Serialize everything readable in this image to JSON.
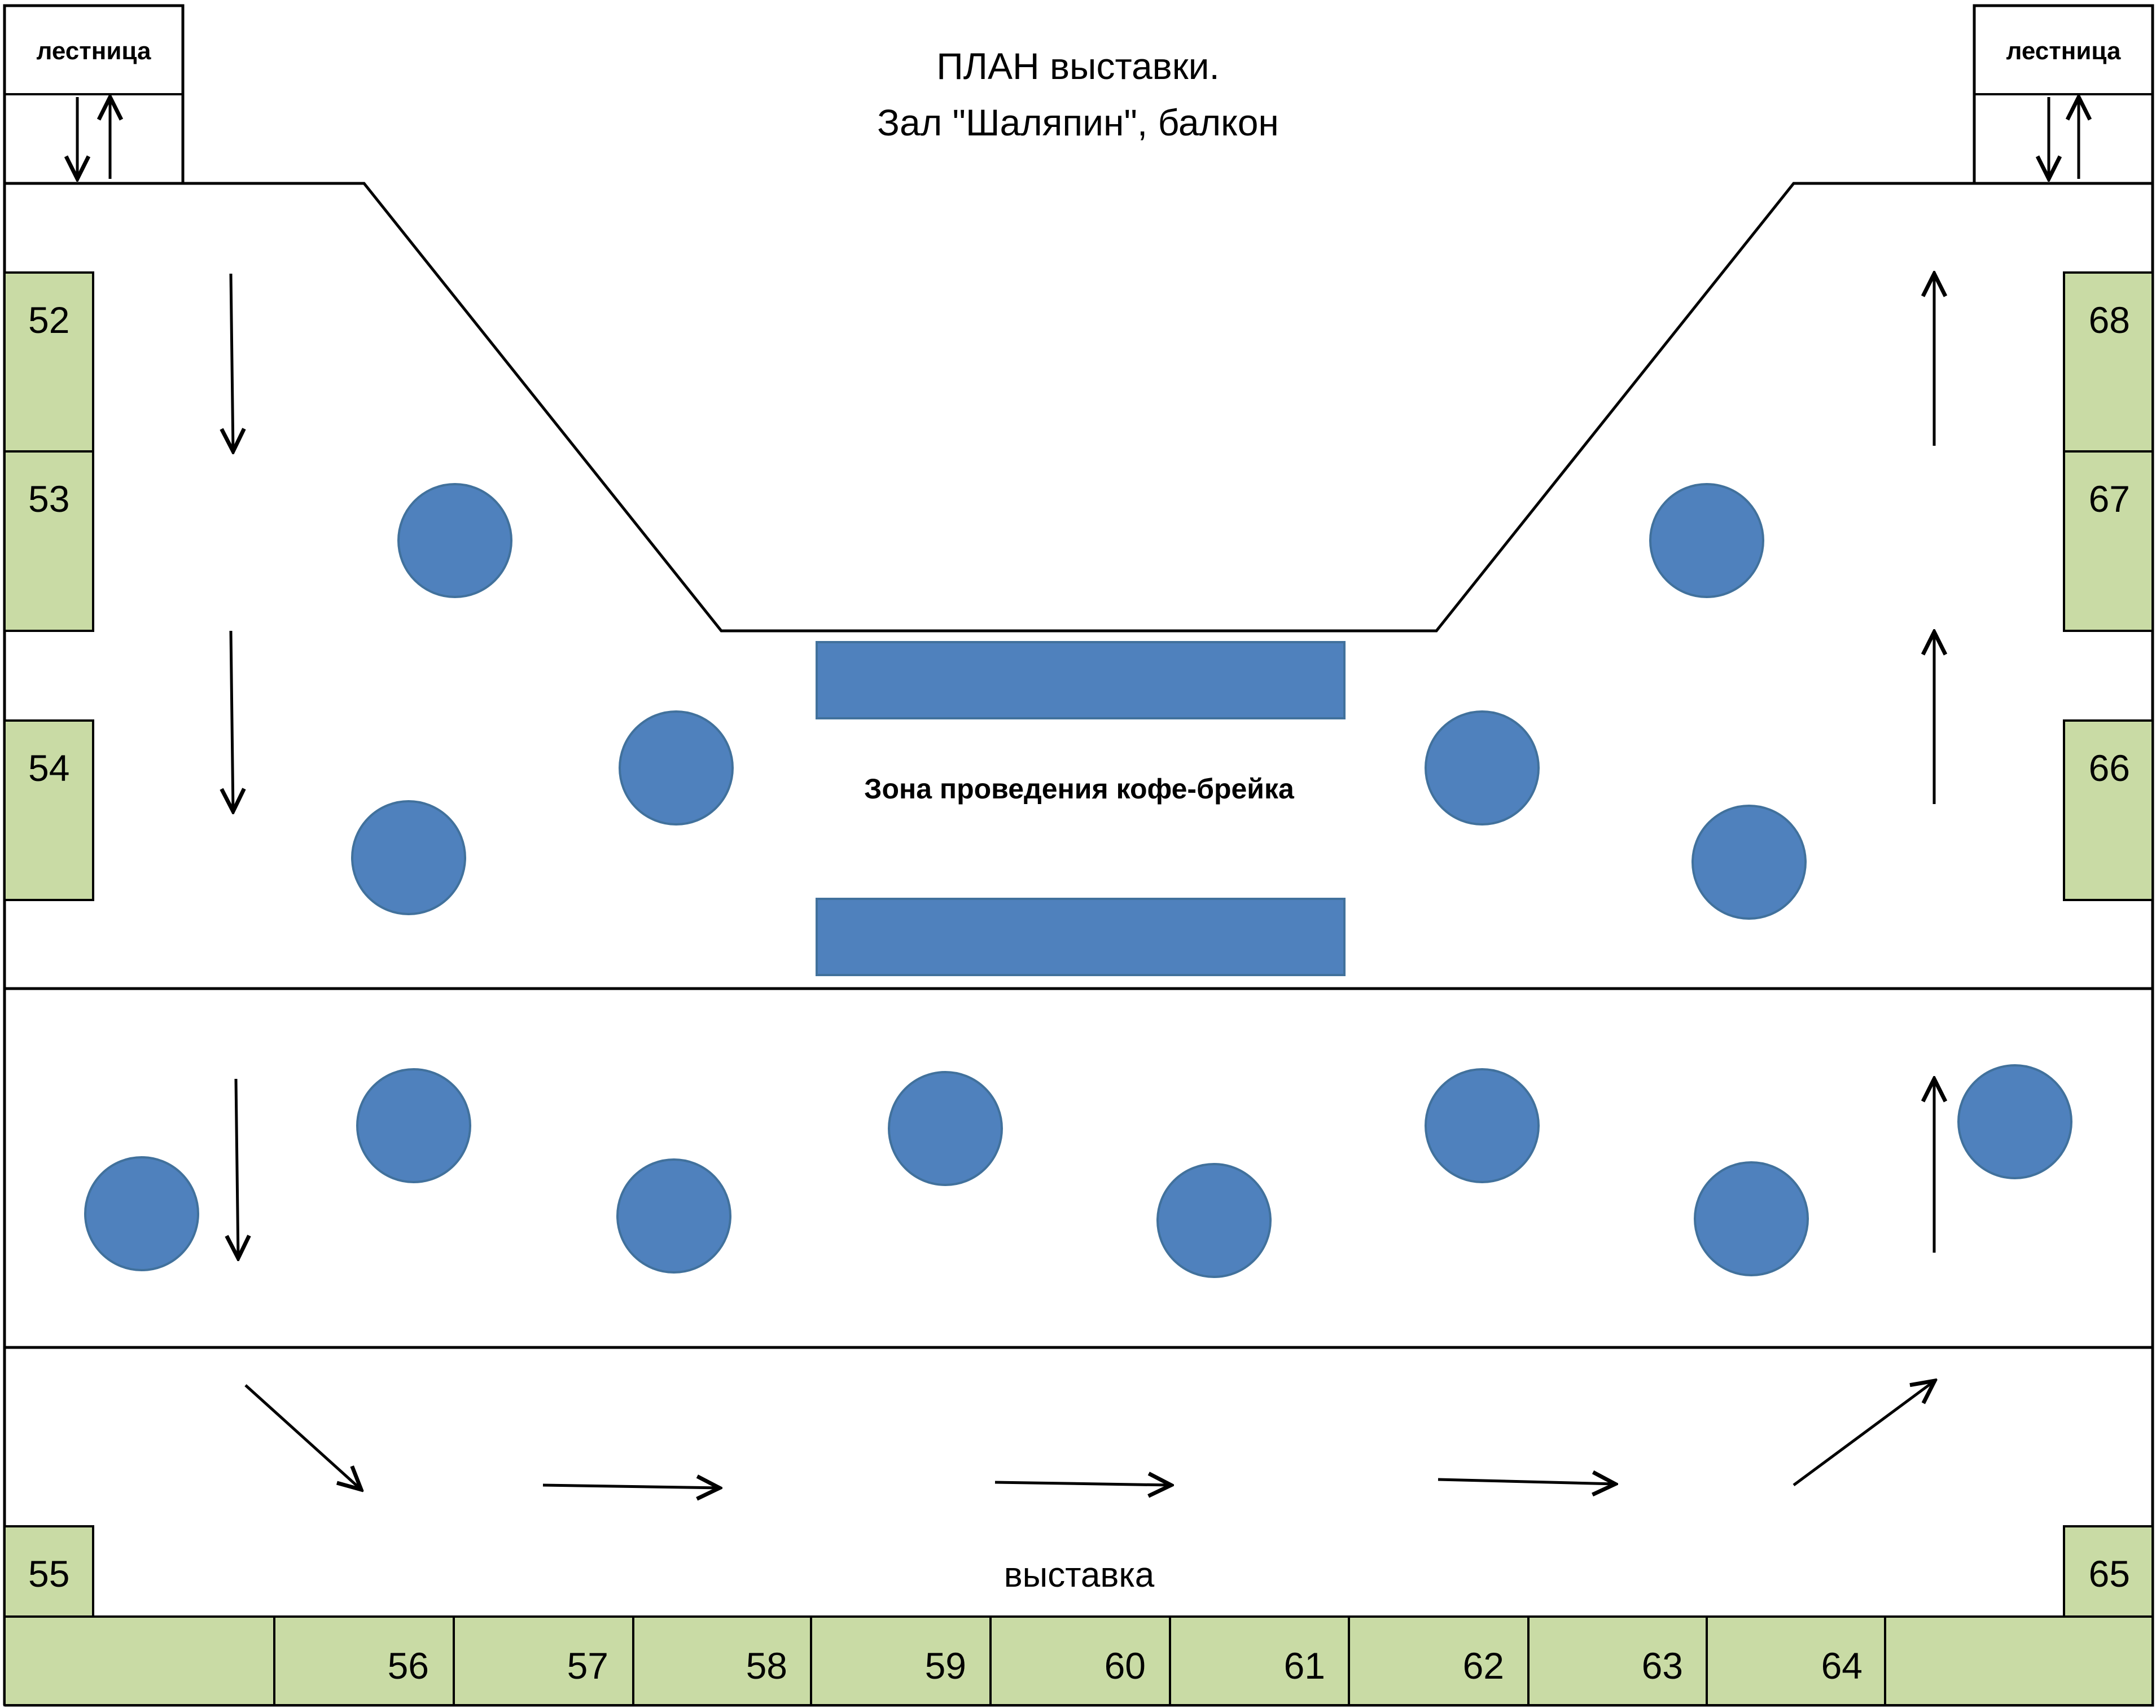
{
  "title": {
    "line1": "ПЛАН выставки.",
    "line2": "Зал \"Шаляпин\", балкон"
  },
  "stairs": {
    "left_label": "лестница",
    "right_label": "лестница"
  },
  "zones": {
    "coffee_break": "Зона проведения кофе-брейка",
    "exhibition": "выставка"
  },
  "booths": {
    "b52": "52",
    "b53": "53",
    "b54": "54",
    "b55": "55",
    "b56": "56",
    "b57": "57",
    "b58": "58",
    "b59": "59",
    "b60": "60",
    "b61": "61",
    "b62": "62",
    "b63": "63",
    "b64": "64",
    "b65": "65",
    "b66": "66",
    "b67": "67",
    "b68": "68"
  },
  "colors": {
    "booth_fill": "#c9dba5",
    "table_fill": "#4f81bd",
    "table_stroke": "#41719c",
    "line": "#000000"
  }
}
